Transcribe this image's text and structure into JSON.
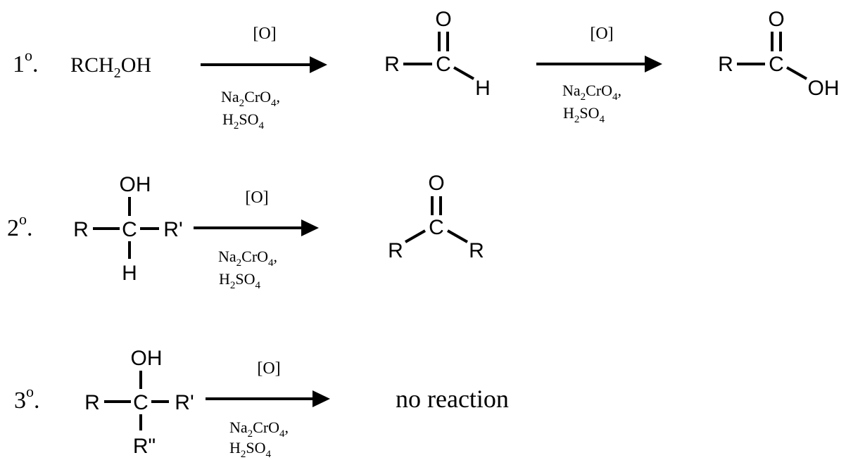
{
  "reagents": {
    "oxidant": "[O]",
    "na": "Na",
    "na_sub": "2",
    "cro": "CrO",
    "cro_sub": "4",
    "comma": ",",
    "h": "H",
    "h_sub": "2",
    "so": "SO",
    "so_sub": "4"
  },
  "row1": {
    "label": "1",
    "label_sup": "o",
    "label_dot": ".",
    "reactant_a": "RCH",
    "reactant_sub": "2",
    "reactant_b": "OH",
    "aldehyde": {
      "o": "O",
      "r": "R",
      "c": "C",
      "h": "H"
    },
    "acid": {
      "o": "O",
      "r": "R",
      "c": "C",
      "oh": "OH"
    }
  },
  "row2": {
    "label": "2",
    "label_sup": "o",
    "label_dot": ".",
    "alcohol": {
      "oh": "OH",
      "r": "R",
      "c": "C",
      "r_prime": "R'",
      "h": "H"
    },
    "ketone": {
      "o": "O",
      "c": "C",
      "r1": "R",
      "r2": "R"
    }
  },
  "row3": {
    "label": "3",
    "label_sup": "o",
    "label_dot": ".",
    "alcohol": {
      "oh": "OH",
      "r": "R",
      "c": "C",
      "r_prime": "R'",
      "r_dprime": "R\""
    },
    "result": "no reaction"
  }
}
